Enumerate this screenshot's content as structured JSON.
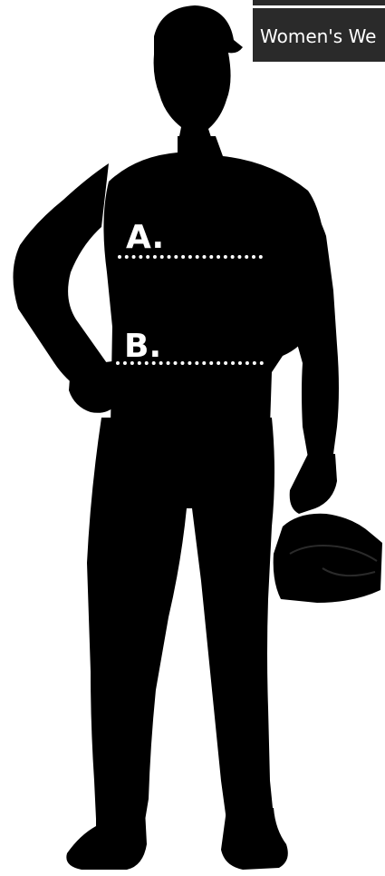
{
  "banner": {
    "text": "Women's We"
  },
  "measurements": [
    {
      "label": "A."
    },
    {
      "label": "B."
    }
  ],
  "colors": {
    "silhouette": "#000000",
    "banner_bg": "#2a2a2a",
    "marker": "#ffffff"
  }
}
